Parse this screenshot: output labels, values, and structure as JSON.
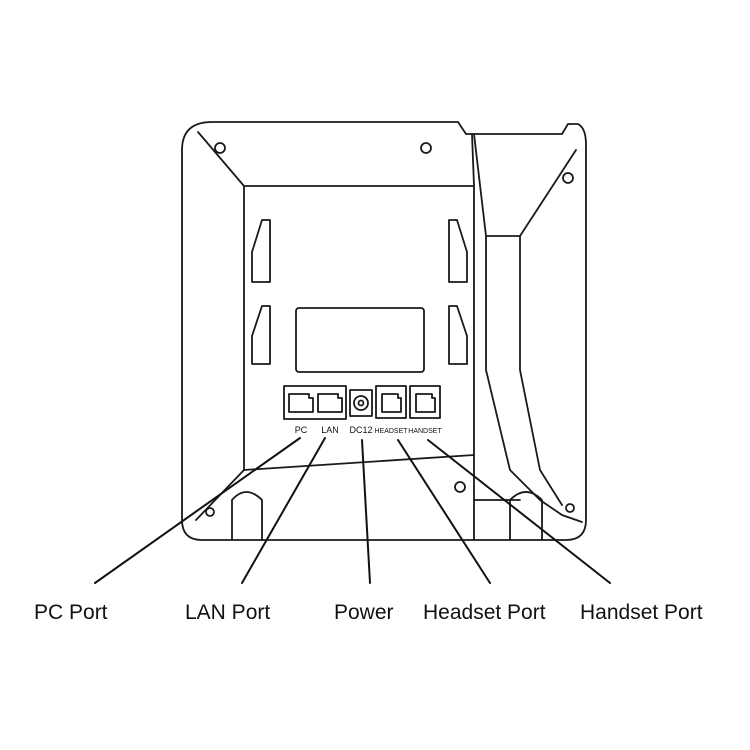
{
  "port_labels": {
    "pc": "PC",
    "lan": "LAN",
    "dc12": "DC12",
    "headset": "HEADSET",
    "handset": "HANDSET"
  },
  "callouts": {
    "pc_port": "PC Port",
    "lan_port": "LAN Port",
    "power": "Power",
    "headset_port": "Headset Port",
    "handset_port": "Handset Port"
  }
}
